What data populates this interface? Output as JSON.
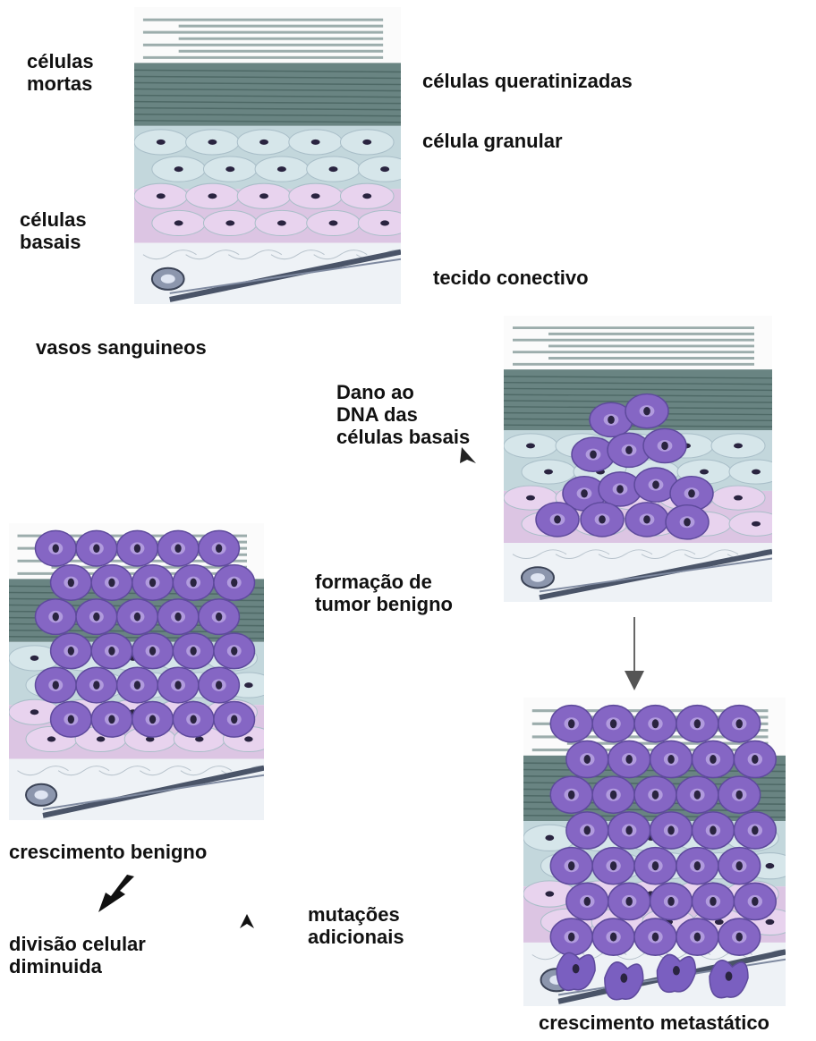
{
  "labels": {
    "dead_cells": "células\nmortas",
    "keratinized_cells": "células queratinizadas",
    "granular_cell": "célula granular",
    "basal_cells": "células\nbasais",
    "connective_tissue": "tecido conectivo",
    "blood_vessels": "vasos sanguineos",
    "dna_damage": "Dano ao\nDNA das\ncélulas basais",
    "benign_tumor_formation": "formação de\ntumor benigno",
    "benign_growth": "crescimento benigno",
    "reduced_division": "divisão celular\ndiminuida",
    "additional_mutations": "mutações\nadicionais",
    "metastatic_growth": "crescimento metastático"
  },
  "colors": {
    "keratin_layer": "#4f6f6c",
    "granular_layer": "#c3d7dc",
    "basal_layer": "#dcc5e3",
    "connective": "#eef2f6",
    "tumor_cell": "#8566c4",
    "nucleus": "#2a2440",
    "arrow": "#333333"
  },
  "panels": [
    {
      "id": "normal",
      "tumor_stage": 0
    },
    {
      "id": "dna-damage",
      "tumor_stage": 1
    },
    {
      "id": "benign",
      "tumor_stage": 2
    },
    {
      "id": "metastatic",
      "tumor_stage": 3
    }
  ]
}
